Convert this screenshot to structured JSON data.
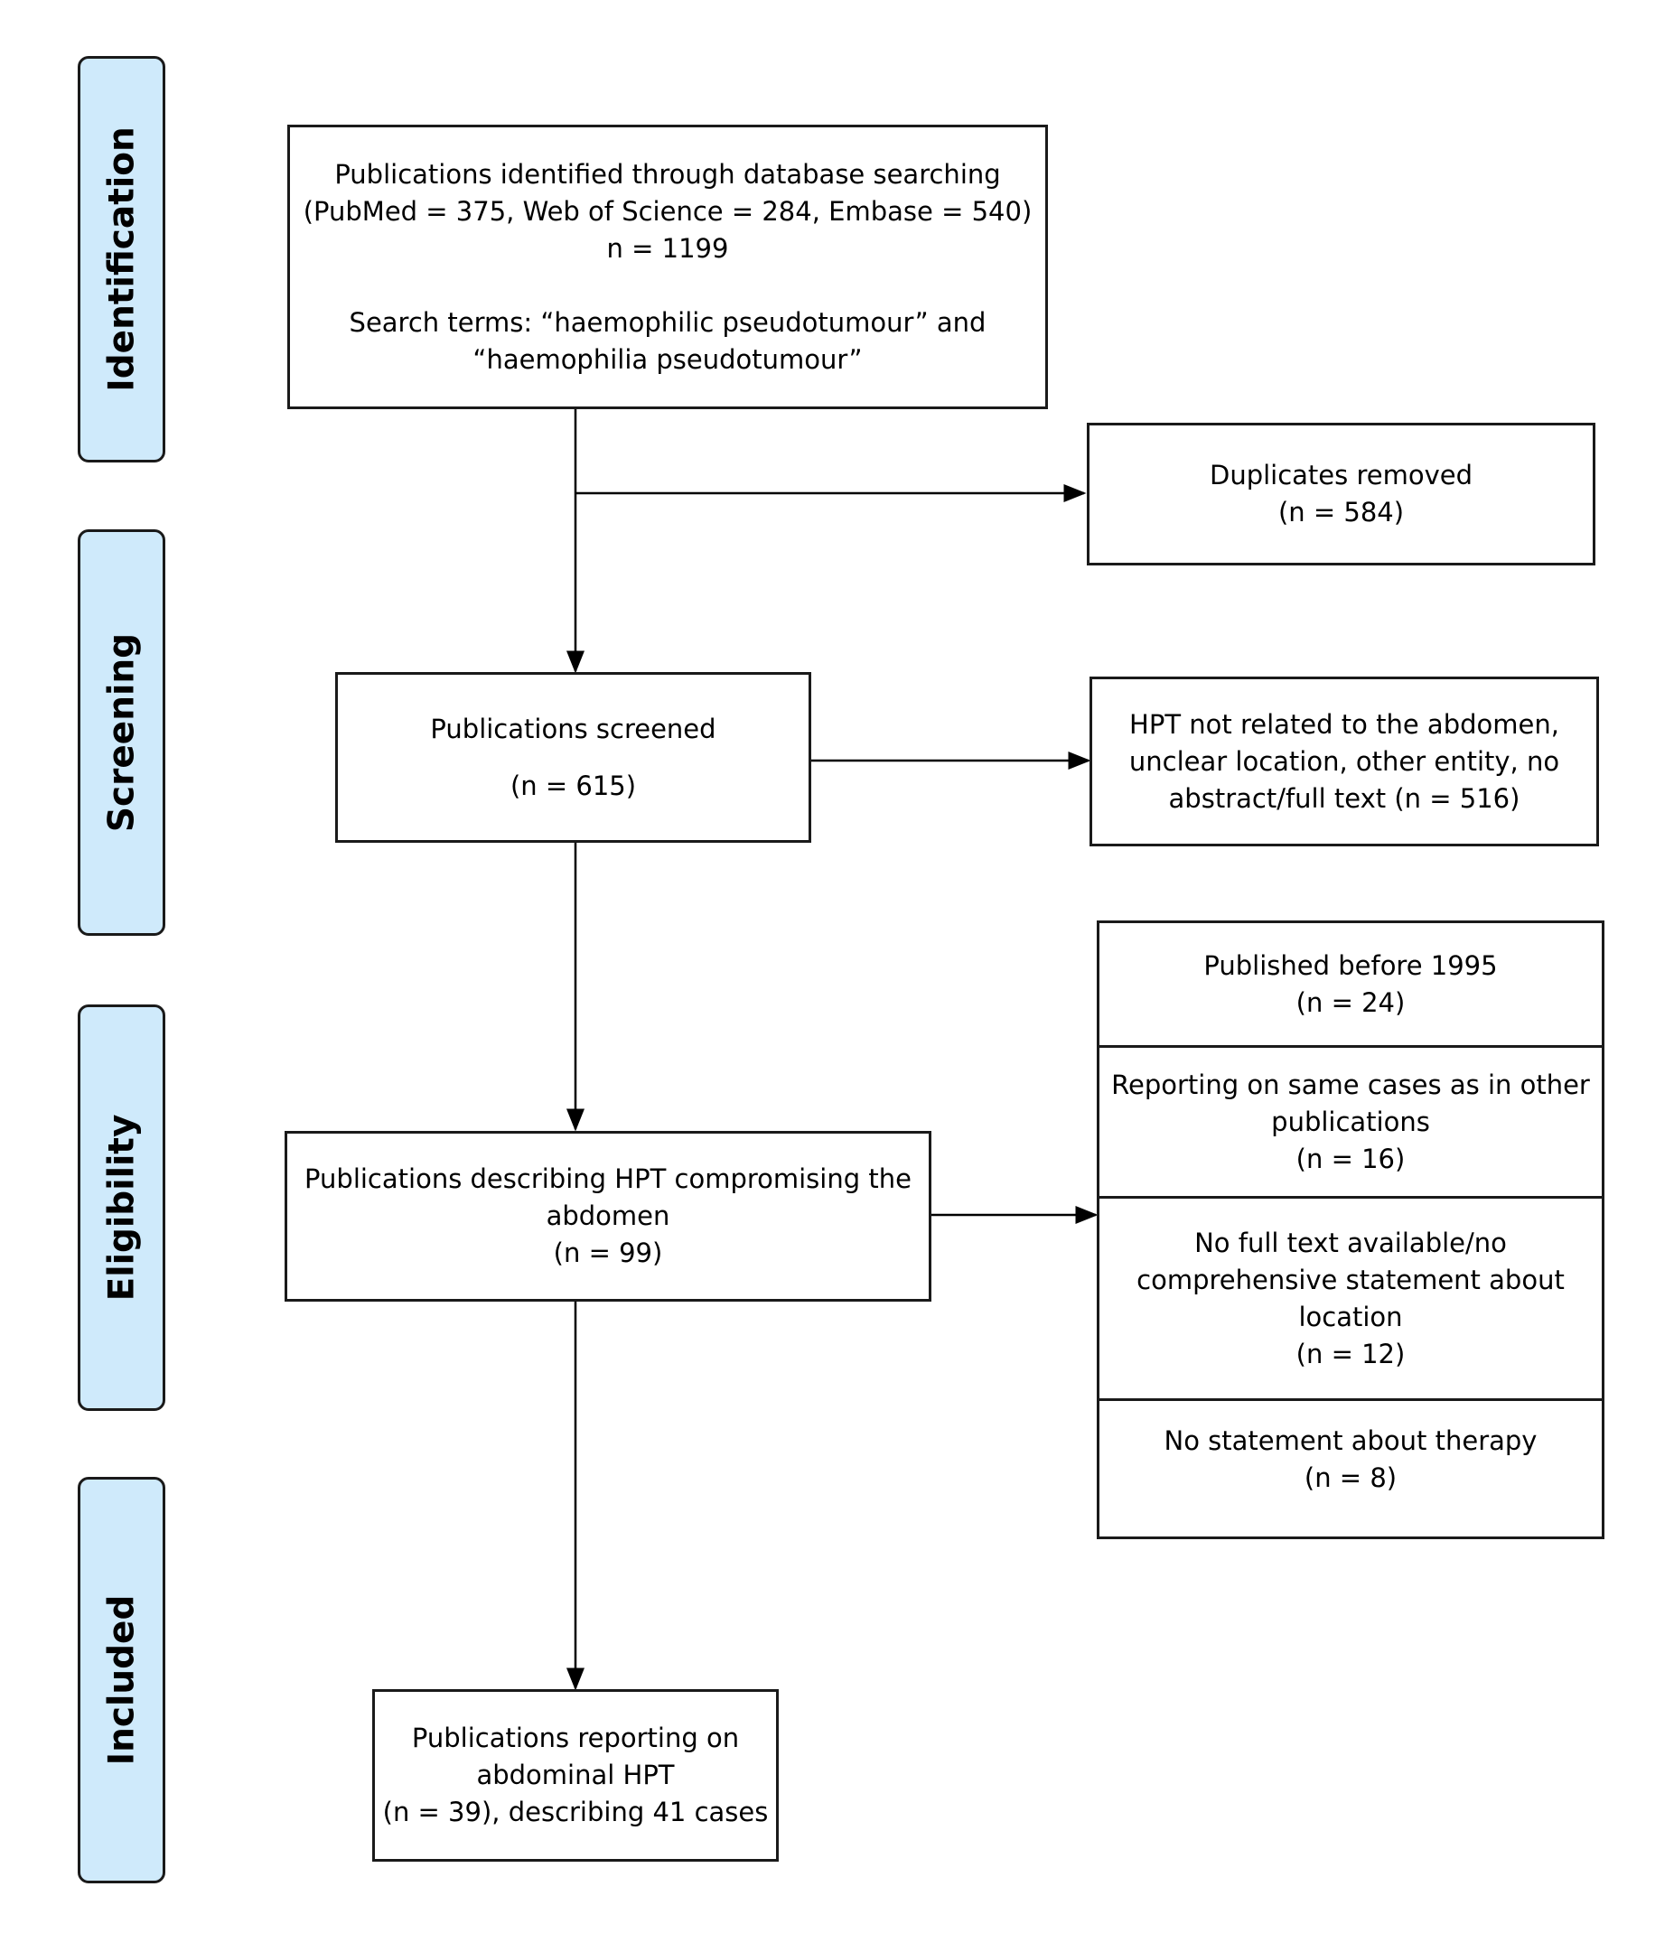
{
  "stages": {
    "identification": "Identification",
    "screening": "Screening",
    "eligibility": "Eligibility",
    "included": "Included"
  },
  "identified": {
    "line1": "Publications identified through database searching",
    "line2": "(PubMed = 375, Web of Science = 284, Embase = 540)",
    "line3": "n = 1199",
    "line4": "Search terms: “haemophilic pseudotumour” and",
    "line5": "“haemophilia pseudotumour”"
  },
  "duplicates": {
    "line1": "Duplicates removed",
    "line2": "(n = 584)"
  },
  "screened": {
    "line1": "Publications screened",
    "line2": "(n = 615)"
  },
  "screen_excluded": {
    "line1": "HPT not related to the abdomen,",
    "line2": "unclear location, other entity, no",
    "line3": "abstract/full text (n = 516)"
  },
  "eligible": {
    "line1": "Publications describing HPT compromising the",
    "line2": "abdomen",
    "line3": "(n = 99)"
  },
  "exclusions": {
    "before_1995": {
      "line1": "Published before 1995",
      "line2": "(n = 24)"
    },
    "same_cases": {
      "line1": "Reporting on same cases as in other",
      "line2": "publications",
      "line3": "(n = 16)"
    },
    "no_full_text": {
      "line1": "No full text available/no",
      "line2": "comprehensive statement about",
      "line3": "location",
      "line4": "(n = 12)"
    },
    "no_therapy": {
      "line1": "No statement about therapy",
      "line2": "(n = 8)"
    }
  },
  "included": {
    "line1": "Publications reporting on",
    "line2": "abdominal HPT",
    "line3": "(n = 39), describing 41 cases"
  }
}
